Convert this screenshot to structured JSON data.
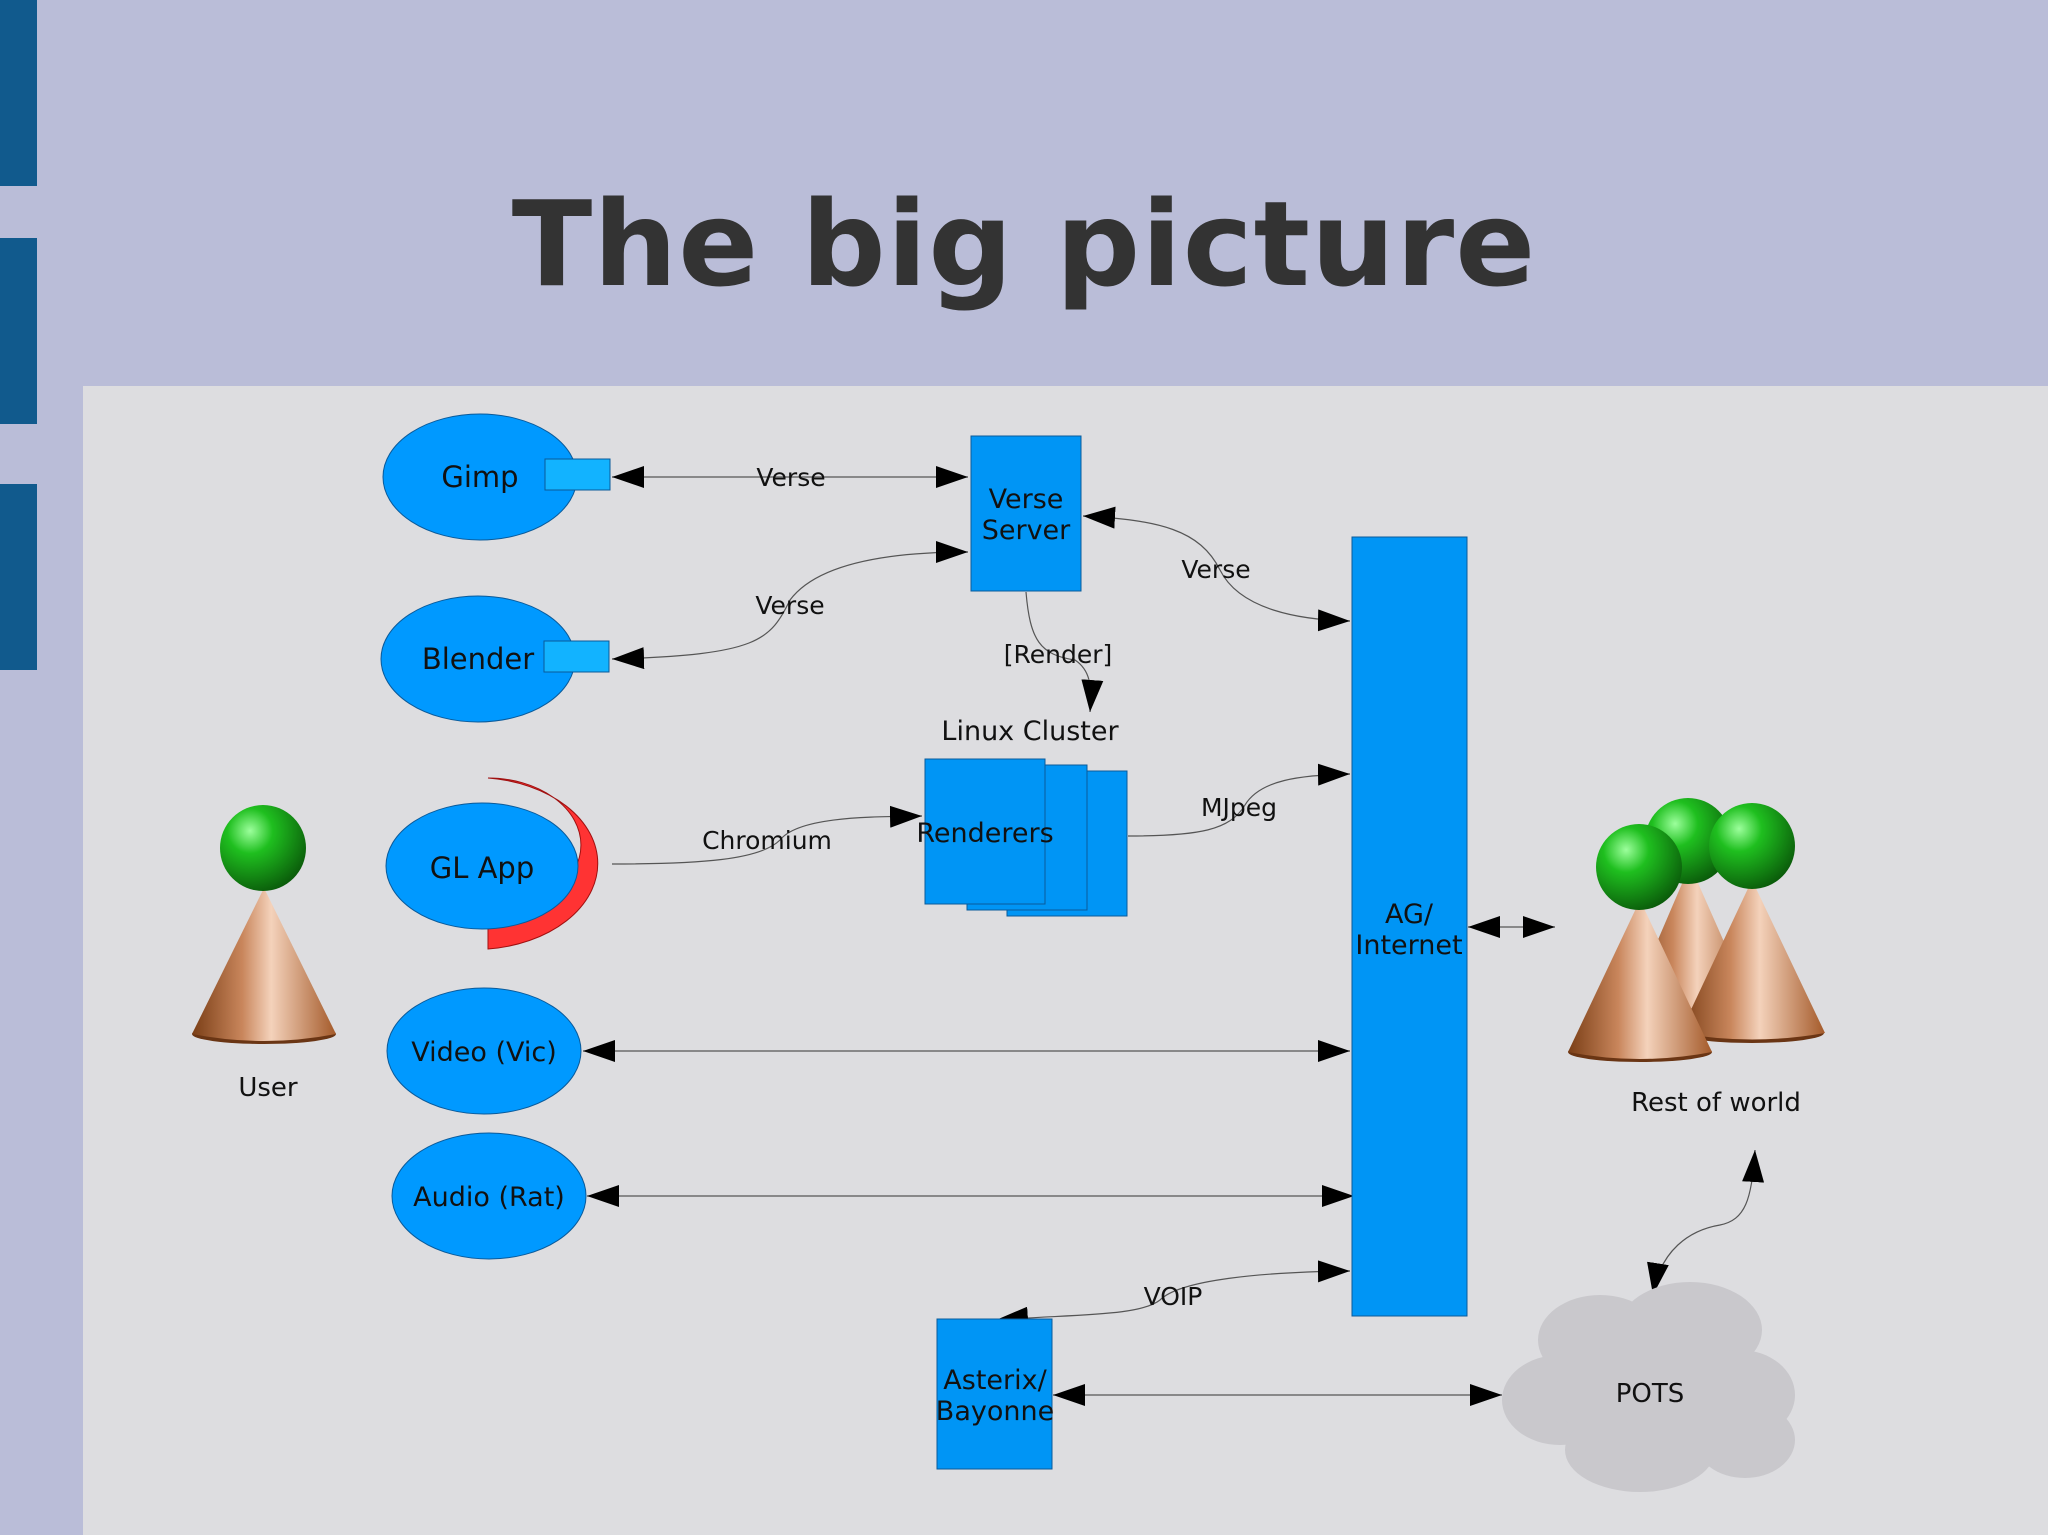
{
  "slide": {
    "title": "The big picture"
  },
  "nodes": {
    "gimp": "Gimp",
    "blender": "Blender",
    "gl_app": "GL App",
    "video": "Video (Vic)",
    "audio": "Audio (Rat)",
    "verse_server": [
      "Verse",
      "Server"
    ],
    "linux_cluster": "Linux Cluster",
    "renderers": "Renderers",
    "ag_internet": [
      "AG/",
      "Internet"
    ],
    "asterix": [
      "Asterix/",
      "Bayonne"
    ],
    "pots": "POTS",
    "user": "User",
    "rest_of_world": "Rest of world"
  },
  "edges": {
    "gimp_verse": "Verse",
    "blender_verse": "Verse",
    "server_ag_verse": "Verse",
    "render": "[Render]",
    "chromium": "Chromium",
    "mjpeg": "MJpeg",
    "voip": "VOIP"
  },
  "colors": {
    "node_blue": "#0099ff",
    "box_blue": "#0095f5",
    "port_blue": "#12b3ff",
    "gl_red": "#ff3333",
    "cloud_gray": "#c9c8cc",
    "content_bg": "#dddde0",
    "header_bg": "#babdd8",
    "side_bar": "#115a8d"
  }
}
